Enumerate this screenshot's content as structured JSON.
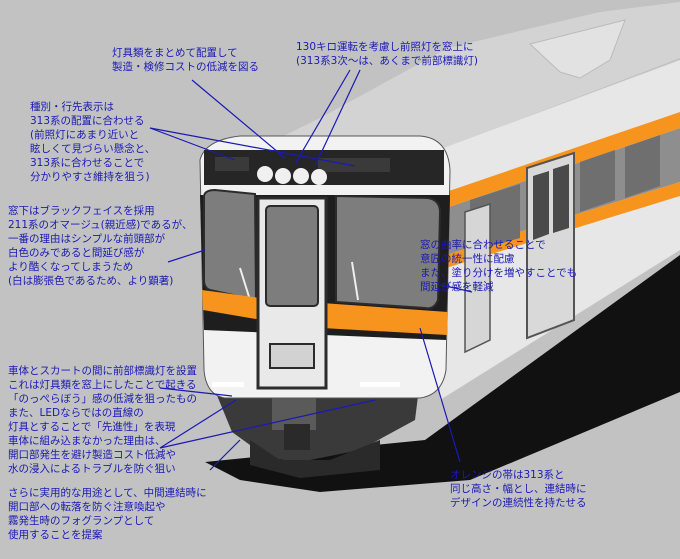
{
  "annotations": {
    "lighting_layout": "灯具類をまとめて配置して\n製造・検修コストの低減を図る",
    "headlight_window": "130キロ運転を考慮し前照灯を窓上に\n(313系3次〜は、あくまで前部標識灯)",
    "destination_display": "種別・行先表示は\n313系の配置に合わせる\n(前照灯にあまり近いと\n眩しくて見づらい懸念と、\n313系に合わせることで\n分かりやすさ維持を狙う)",
    "black_face": "窓下はブラックフェイスを採用\n211系のオマージュ(親近感)であるが、\n一番の理由はシンプルな前頭部が\n白色のみであると間延び感が\nより酷くなってしまうため\n(白は膨張色であるため、より顕著)",
    "window_curve": "窓の曲率に合わせることで\n意匠の統一性に配慮\nまた、塗り分けを増やすことでも\n間延び感を軽減",
    "marker_lamps": "車体とスカートの間に前部標識灯を設置\nこれは灯具類を窓上にしたことで起きる\n「のっぺらぼう」感の低減を狙ったもの\nまた、LEDならではの直線の\n灯具とすることで「先進性」を表現\n車体に組み込まなかった理由は、\n開口部発生を避け製造コスト低減や\n水の浸入によるトラブルを防ぐ狙い",
    "fog_lamp": "さらに実用的な用途として、中間連結時に\n開口部への転落を防ぐ注意喚起や\n霧発生時のフォグランプとして\n使用することを提案",
    "orange_band": "オレンジの帯は313系と\n同じ高さ・幅とし、連結時に\nデザインの連続性を持たせる"
  },
  "colors": {
    "background": "#c2c2c2",
    "body_white": "#f2f2f2",
    "roof_gray": "#cfcfcf",
    "orange_band": "#f7941d",
    "black_face": "#1e1e1e",
    "annotation_text": "#1a1ab4",
    "leader_line": "#1a1ab4"
  }
}
